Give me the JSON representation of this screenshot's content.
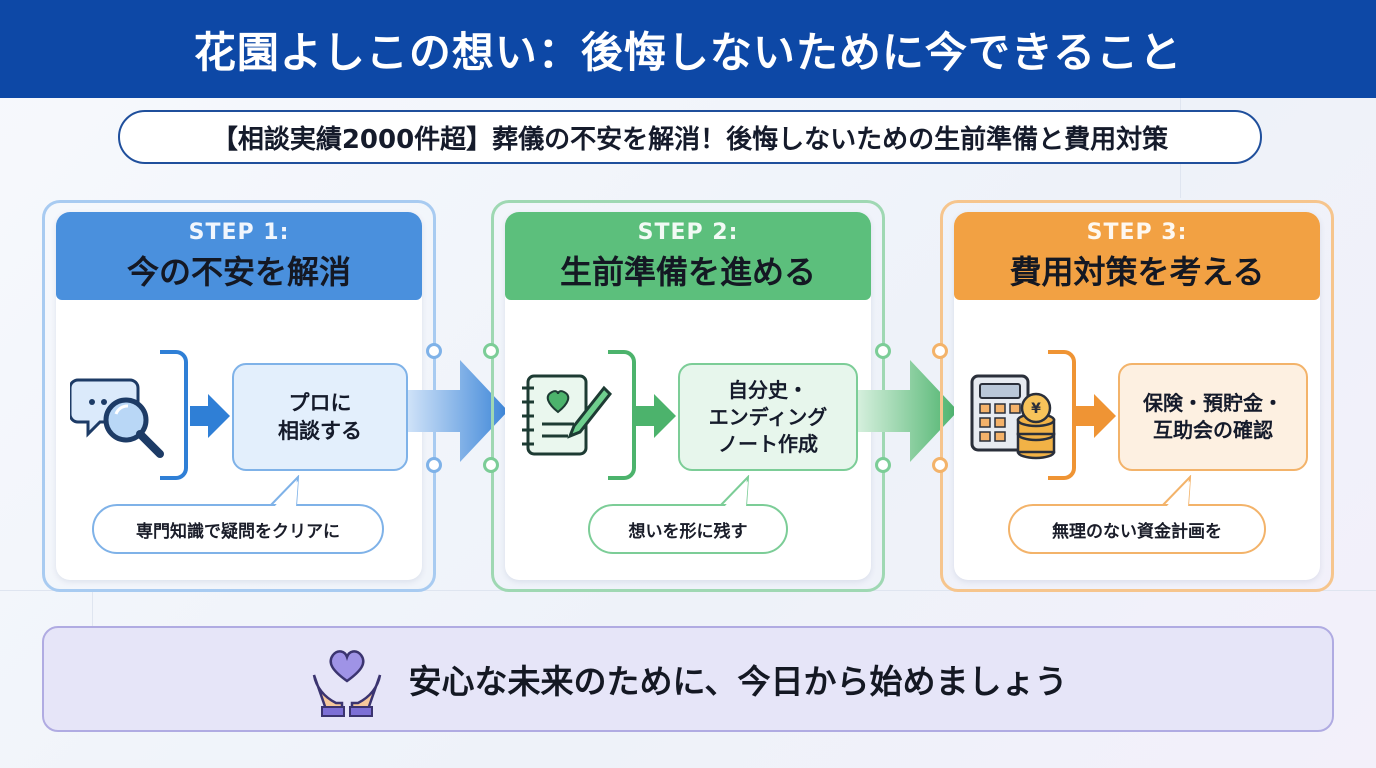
{
  "header": {
    "title": "花園よしこの想い：後悔しないために今できること"
  },
  "subtitle": "【相談実績2000件超】葬儀の不安を解消！後悔しないための生前準備と費用対策",
  "steps": [
    {
      "label": "STEP 1:",
      "title": "今の不安を解消",
      "action": "プロに\n相談する",
      "note": "専門知識で疑問をクリアに",
      "icon": "chat-search-icon",
      "color": "#4a90dd"
    },
    {
      "label": "STEP 2:",
      "title": "生前準備を進める",
      "action": "自分史・\nエンディング\nノート作成",
      "note": "想いを形に残す",
      "icon": "notebook-pen-icon",
      "color": "#5cbf7c"
    },
    {
      "label": "STEP 3:",
      "title": "費用対策を考える",
      "action": "保険・預貯金・\n互助会の確認",
      "note": "無理のない資金計画を",
      "icon": "calculator-coins-icon",
      "color": "#f2a143"
    }
  ],
  "footer": {
    "text": "安心な未来のために、今日から始めましょう",
    "icon": "heart-hands-icon"
  }
}
